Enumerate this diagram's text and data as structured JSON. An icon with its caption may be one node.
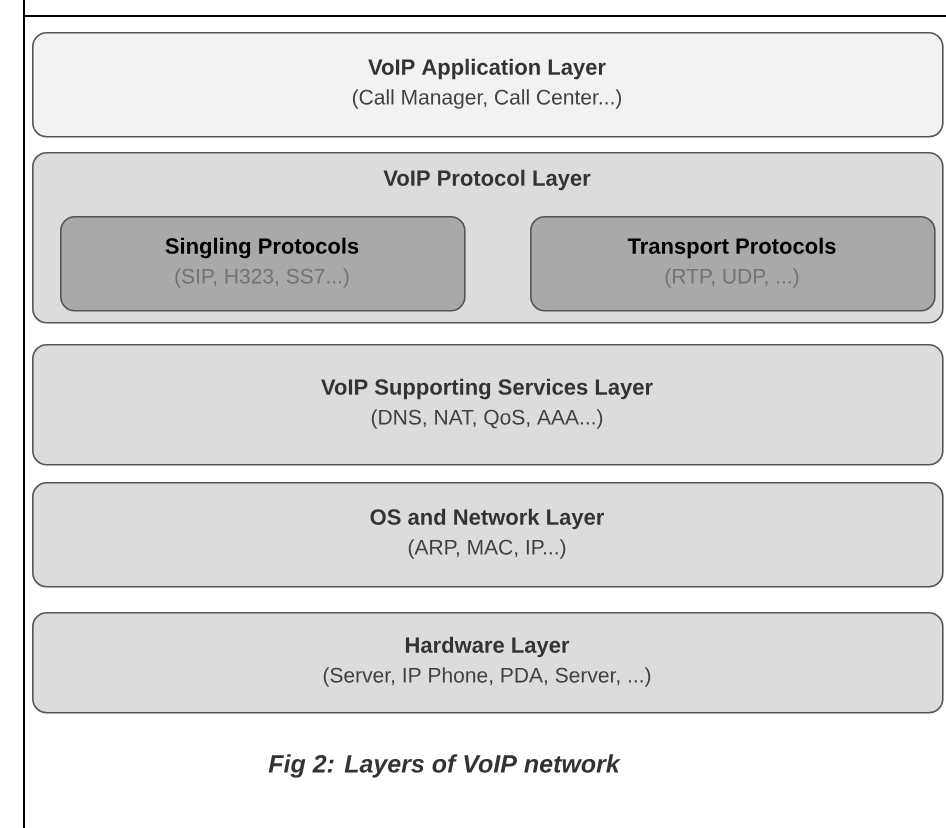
{
  "diagram": {
    "caption": "Fig 2: Layers of VoIP network",
    "nodes": [
      {
        "text": [
          "VoIP Application Layer",
          "(Call Manager, Call Center...)"
        ]
      },
      {
        "text": [
          "VoIP Protocol Layer"
        ]
      },
      {
        "text": [
          "Singling Protocols",
          "(SIP, H323, SS7...)"
        ],
        "in": 1
      },
      {
        "text": [
          "Transport Protocols",
          "(RTP, UDP, ...)"
        ],
        "in": 1
      },
      {
        "text": [
          "VoIP Supporting Services Layer",
          "(DNS, NAT, QoS, AAA...)"
        ]
      },
      {
        "text": [
          "OS and Network Layer",
          "(ARP, MAC, IP...)"
        ]
      },
      {
        "text": [
          "Hardware Layer",
          "(Server, IP Phone, PDA, Server, ...)"
        ]
      }
    ]
  }
}
